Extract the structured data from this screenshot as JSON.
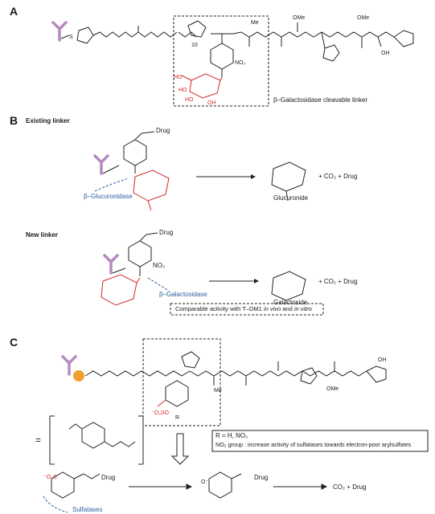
{
  "panels": {
    "a": {
      "letter": "A",
      "caption": "β–Galactosidase cleavable linker",
      "labels": {
        "n": "10",
        "no2": "NO₂",
        "me": "Me",
        "ome1": "OMe",
        "ome2": "OMe",
        "oh": "OH",
        "s": "S"
      }
    },
    "b": {
      "letter": "B",
      "existing_title": "Existing linker",
      "new_title": "New linker",
      "drug": "Drug",
      "enzyme1": "β–Glucuronidase",
      "enzyme2": "β–Galactosidase",
      "product1": "Glucuronide",
      "product2": "Galactoside",
      "plus_co2_drug": "+ CO₂ + Drug",
      "no2": "NO₂",
      "note_prefix": "Comparable activity with T–DM1 ",
      "note_in_vivo": "in vivo",
      "note_and": " and ",
      "note_in_vitro": "in vitro"
    },
    "c": {
      "letter": "C",
      "equals": "=",
      "r_def": "R = H, NO₂",
      "no2_note": "NO₂ group : increase activity of sulfatases towards electron-poor arylsulfates",
      "drug": "Drug",
      "enzyme": "Sulfatases",
      "products": "CO₂ + Drug",
      "labels": {
        "me": "Me",
        "ome": "OMe",
        "oh": "OH",
        "r": "R"
      }
    }
  },
  "colors": {
    "red": "#d42a2a",
    "blue": "#2a5d9f",
    "antibody": "#b58bbf",
    "bead": "#f0a030"
  }
}
